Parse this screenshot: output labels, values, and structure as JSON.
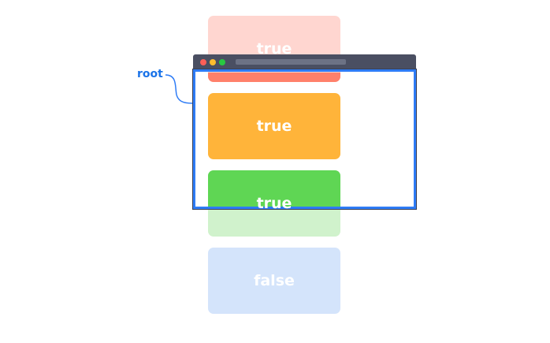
{
  "cards": [
    {
      "label": "true"
    },
    {
      "label": "true"
    },
    {
      "label": "true"
    },
    {
      "label": "false"
    }
  ],
  "root_label": "root",
  "colors": {
    "red_faded": "#ffd6d0",
    "red": "#ff806b",
    "orange": "#ffb43a",
    "green_faded": "#d0f2cc",
    "green": "#5fd654",
    "blue_faded": "#d4e4fb",
    "viewport_border": "#2e7cf6",
    "titlebar": "#4a4f62"
  }
}
